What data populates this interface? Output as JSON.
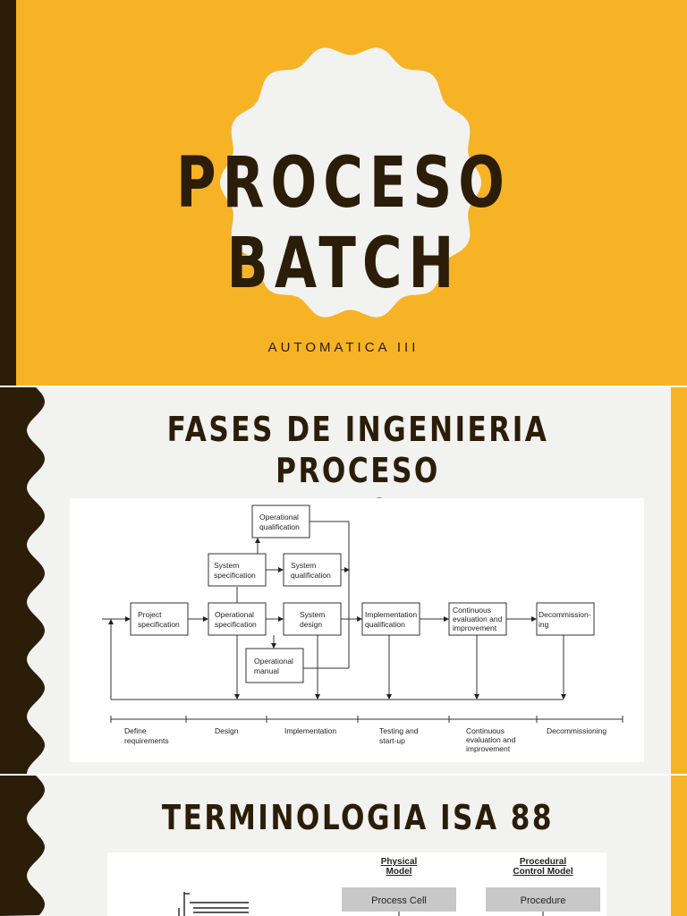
{
  "slide1": {
    "title": "PROCESO BATCH",
    "subtitle": "AUTOMATICA III"
  },
  "slide2": {
    "title_line1": "FASES DE INGENIERIA PROCESO",
    "title_line2": "BATCH",
    "diagram": {
      "nodes": {
        "operational_qualification": [
          "Operational",
          "qualification"
        ],
        "system_specification": [
          "System",
          "specification"
        ],
        "system_qualification": [
          "System",
          "qualification"
        ],
        "project_specification": [
          "Project",
          "specification"
        ],
        "operational_specification": [
          "Operational",
          "specification"
        ],
        "system_design": [
          "System",
          "design"
        ],
        "implementation_qualification": [
          "Implementation",
          "qualification"
        ],
        "continuous_evaluation": [
          "Continuous",
          "evaluation and",
          "improvement"
        ],
        "decommissioning": [
          "Decommission-",
          "ing"
        ],
        "operational_manual": [
          "Operational",
          "manual"
        ]
      },
      "phases": {
        "define": [
          "Define",
          "requirements"
        ],
        "design": [
          "Design"
        ],
        "implementation": [
          "Implementation"
        ],
        "testing": [
          "Testing and",
          "start-up"
        ],
        "continuous": [
          "Continuous",
          "evaluation and",
          "improvement"
        ],
        "decommissioning": [
          "Decommissioning"
        ]
      }
    }
  },
  "slide3": {
    "title": "TERMINOLOGIA ISA 88",
    "physical_model_heading": [
      "Physical",
      "Model"
    ],
    "procedural_model_heading": [
      "Procedural",
      "Control Model"
    ],
    "process_cell_label": "Process Cell",
    "procedure_label": "Procedure"
  }
}
